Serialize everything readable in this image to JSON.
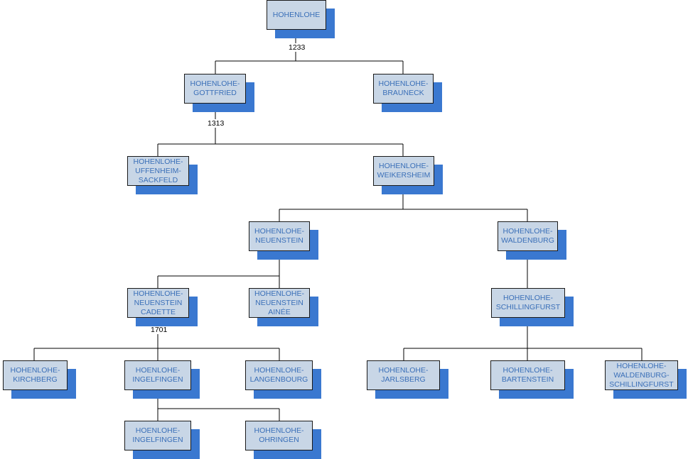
{
  "colors": {
    "box_fill": "#c8d6e6",
    "shadow": "#3a78d0",
    "text": "#3a6fb8",
    "line": "#000000"
  },
  "nodes": {
    "hohenlohe": "HOHENLOHE",
    "gottfried": "HOHENLOHE-\nGOTTFRIED",
    "brauneck": "HOHENLOHE-\nBRAUNECK",
    "uffenheim": "HOHENLOHE-\nUFFENHEIM-\nSACKFELD",
    "weikersheim": "HOHENLOHE-\nWEIKERSHEIM",
    "neuenstein": "HOHENLOHE-\nNEUENSTEIN",
    "waldenburg": "HOHENLOHE-\nWALDENBURG",
    "neuenstein_cadette": "HOHENLOHE-\nNEUENSTEIN\nCADETTE",
    "neuenstein_ainee": "HOHENLOHE-\nNEUENSTEIN\nAINÉE",
    "schillingfurst": "HOHENLOHE-\nSCHILLINGFURST",
    "kirchberg": "HOHENLOHE-\nKIRCHBERG",
    "ingelfingen": "HOENLOHE-\nINGELFINGEN",
    "langenbourg": "HOHENLOHE-\nLANGENBOURG",
    "jarlsberg": "HOHENLOHE-\nJARLSBERG",
    "bartenstein": "HOHENLOHE-\nBARTENSTEIN",
    "waldenburg_schillingfurst": "HOHENLOHE-\nWALDENBURG-\nSCHILLINGFURST",
    "ingelfingen2": "HOENLOHE-\nINGELFINGEN",
    "ohringen": "HOHENLOHE-\nOHRINGEN"
  },
  "years": {
    "y1233": "1233",
    "y1313": "1313",
    "y1701": "1701"
  }
}
